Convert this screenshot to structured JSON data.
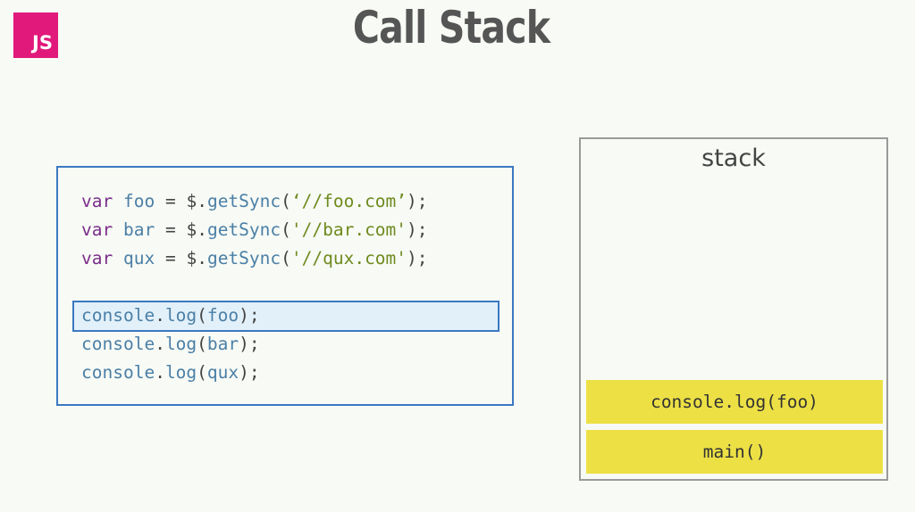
{
  "logo": {
    "text": "JS"
  },
  "title": "Call Stack",
  "code": {
    "lines": [
      {
        "kw": "var",
        "name": "foo",
        "eq": " = ",
        "obj": "$",
        "dot": ".",
        "fn": "getSync",
        "open": "(",
        "str": "‘//foo.com’",
        "close": ");"
      },
      {
        "kw": "var",
        "name": "bar",
        "eq": " = ",
        "obj": "$",
        "dot": ".",
        "fn": "getSync",
        "open": "(",
        "str": "'//bar.com'",
        "close": ");"
      },
      {
        "kw": "var",
        "name": "qux",
        "eq": " = ",
        "obj": "$",
        "dot": ".",
        "fn": "getSync",
        "open": "(",
        "str": "'//qux.com'",
        "close": ");"
      }
    ],
    "log_lines": [
      {
        "obj": "console",
        "dot": ".",
        "fn": "log",
        "open": "(",
        "arg": "foo",
        "close": ");"
      },
      {
        "obj": "console",
        "dot": ".",
        "fn": "log",
        "open": "(",
        "arg": "bar",
        "close": ");"
      },
      {
        "obj": "console",
        "dot": ".",
        "fn": "log",
        "open": "(",
        "arg": "qux",
        "close": ");"
      }
    ],
    "highlighted_line": "console.log(foo);"
  },
  "stack": {
    "title": "stack",
    "frames": [
      {
        "label": "console.log(foo)"
      },
      {
        "label": "main()"
      }
    ]
  },
  "colors": {
    "logo": "#e0197a",
    "code_border": "#3b78c2",
    "highlight": "#e2f0f9",
    "frame": "#ece045",
    "keyword": "#7b2e8a",
    "string": "#6f8a1e",
    "identifier": "#4b7fa6"
  }
}
